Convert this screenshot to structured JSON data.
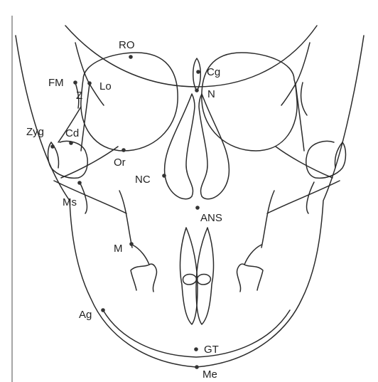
{
  "figure": {
    "line_color": "#2b2b2b",
    "frame_color": "#6b6b6b",
    "point_color": "#333333",
    "landmarks": [
      {
        "key": "RO"
      },
      {
        "key": "Cg"
      },
      {
        "key": "FM"
      },
      {
        "key": "Lo"
      },
      {
        "key": "Z"
      },
      {
        "key": "N"
      },
      {
        "key": "Zyg"
      },
      {
        "key": "Cd"
      },
      {
        "key": "Or"
      },
      {
        "key": "NC"
      },
      {
        "key": "Ms"
      },
      {
        "key": "ANS"
      },
      {
        "key": "M"
      },
      {
        "key": "Ag"
      },
      {
        "key": "GT"
      },
      {
        "key": "Me"
      }
    ],
    "labels": {
      "RO": "RO",
      "Cg": "Cg",
      "FM": "FM",
      "Lo": "Lo",
      "Z": "Z",
      "N": "N",
      "Zyg": "Zyg",
      "Cd": "Cd",
      "Or": "Or",
      "NC": "NC",
      "Ms": "Ms",
      "ANS": "ANS",
      "M": "M",
      "Ag": "Ag",
      "GT": "GT",
      "Me": "Me"
    }
  }
}
